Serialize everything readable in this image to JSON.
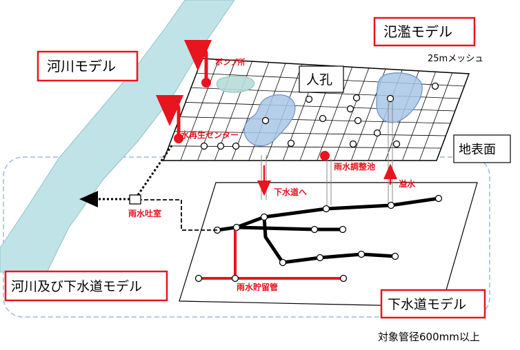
{
  "labels": {
    "river_model": "河川モデル",
    "flood_model": "氾濫モデル",
    "mesh": "25mメッシュ",
    "manhole": "人孔",
    "ground_surface": "地表面",
    "pump_station": "ポンプ所",
    "treatment_center": "水再生センター",
    "storage_pond": "雨水調整池",
    "to_sewer": "下水道へ",
    "overflow": "溢水",
    "outfall": "雨水吐室",
    "storage_pipe": "雨水貯留管",
    "river_sewer_model": "河川及び下水道モデル",
    "sewer_model": "下水道モデル",
    "target_pipe": "対象管径600mm以上"
  },
  "colors": {
    "accent_red": "#e8141e",
    "river": "#bfe3e6",
    "flood_water": "#a8c6e6",
    "flood_stroke": "#6b8fc4",
    "line": "#000000"
  }
}
